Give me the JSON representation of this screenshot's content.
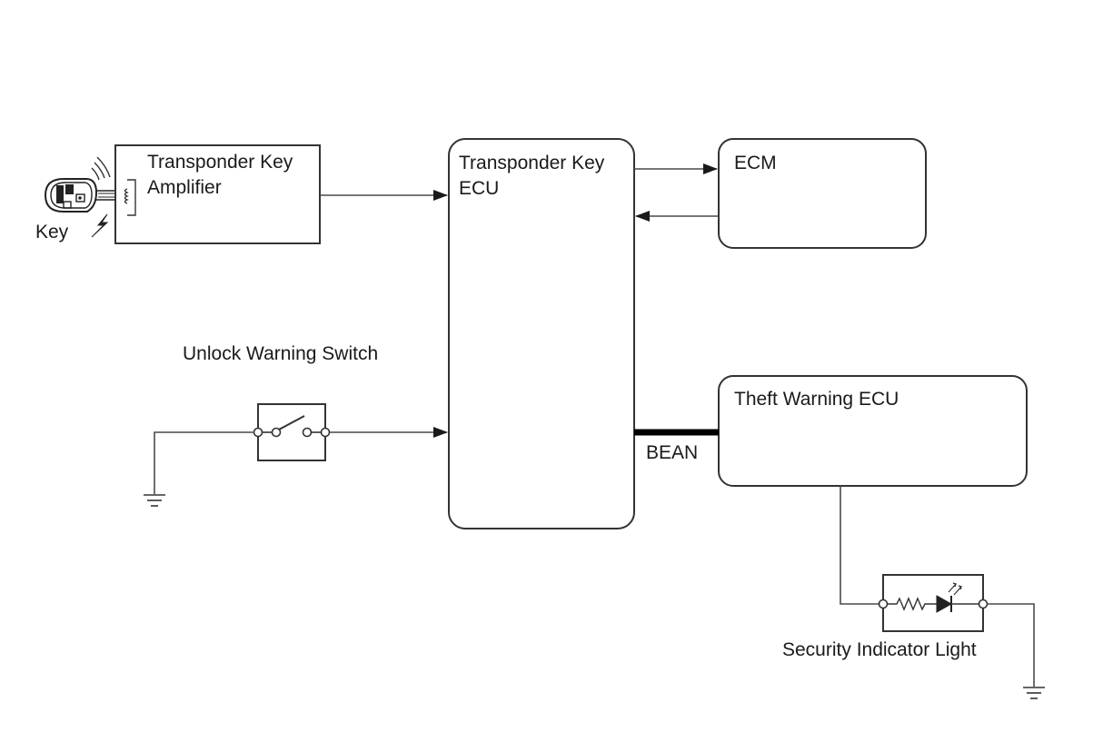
{
  "blocks": {
    "amplifier": {
      "line1": "Transponder Key",
      "line2": "Amplifier"
    },
    "key": {
      "label": "Key"
    },
    "transponder_ecu": {
      "line1": "Transponder Key",
      "line2": "ECU"
    },
    "ecm": {
      "label": "ECM"
    },
    "theft_ecu": {
      "label": "Theft Warning ECU"
    },
    "unlock_switch": {
      "label": "Unlock Warning Switch"
    },
    "bus": {
      "label": "BEAN"
    },
    "indicator": {
      "label": "Security Indicator Light"
    }
  },
  "icons": [
    "key-fob-icon",
    "signal-waves-icon",
    "lightning-icon",
    "coil-icon",
    "switch-icon",
    "resistor-icon",
    "led-icon",
    "ground-icon"
  ]
}
